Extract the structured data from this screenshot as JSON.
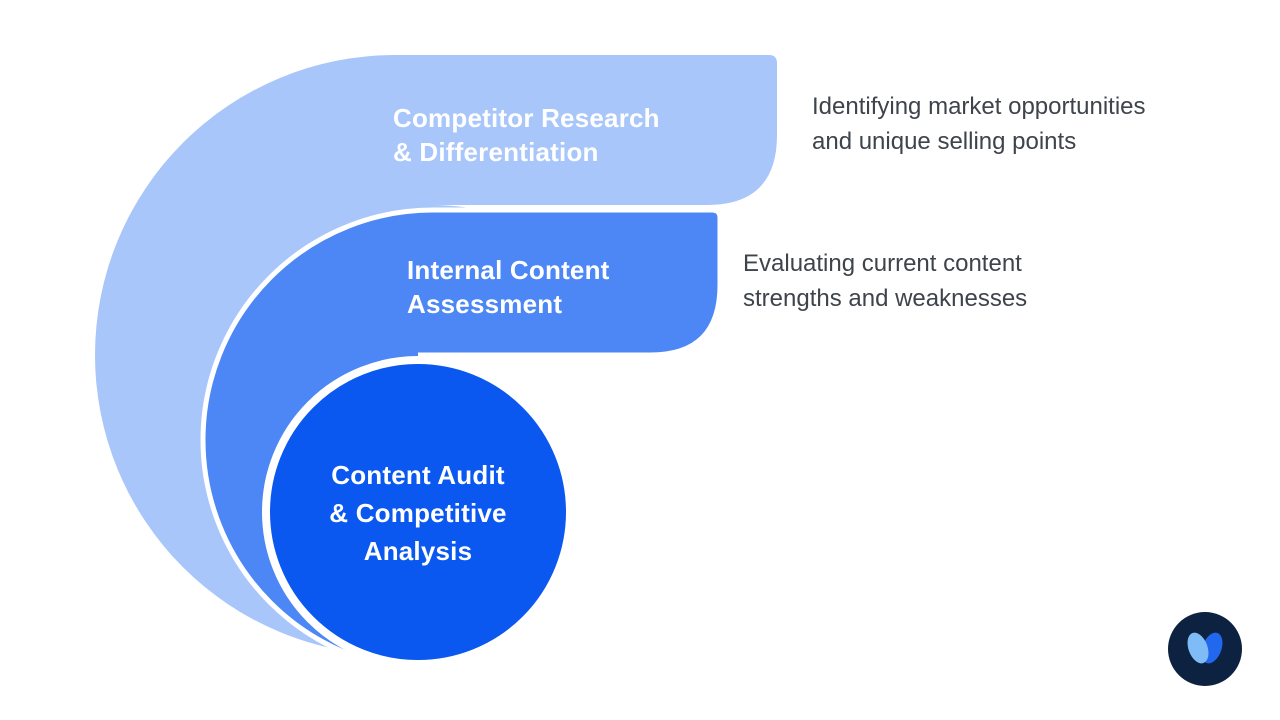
{
  "background": "#FFFFFF",
  "layers": [
    {
      "label": "Competitor Research\n& Differentiation",
      "annotation": "Identifying market opportunities\nand unique selling points",
      "color": "#A8C6FA"
    },
    {
      "label": "Internal Content\nAssessment",
      "annotation": "Evaluating current content\nstrengths and weaknesses",
      "color": "#4C87F5"
    },
    {
      "label": "Content Audit\n& Competitive\nAnalysis",
      "color": "#0A58F0"
    }
  ],
  "logo": {
    "background": "#0D2240",
    "petal_left": "#7FBCF7",
    "petal_right": "#2268EF"
  }
}
